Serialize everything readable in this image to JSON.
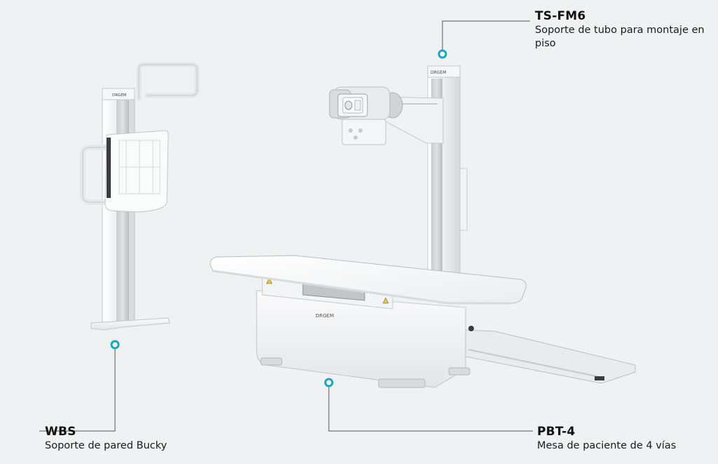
{
  "brand": "DRGEM",
  "products": [
    {
      "id": "ts",
      "code": "TS-FM6",
      "description": "Soporte de tubo para montaje en piso"
    },
    {
      "id": "wbs",
      "code": "WBS",
      "description": "Soporte de pared Bucky"
    },
    {
      "id": "pbt",
      "code": "PBT-4",
      "description": "Mesa de paciente de 4 vías"
    }
  ],
  "colors": {
    "background": "#f0f1f2",
    "device_white": "#f7f8f9",
    "device_gray": "#c9ccd0",
    "marker": "#1aa5c2",
    "callout_line": "#555555",
    "text": "#111111"
  }
}
